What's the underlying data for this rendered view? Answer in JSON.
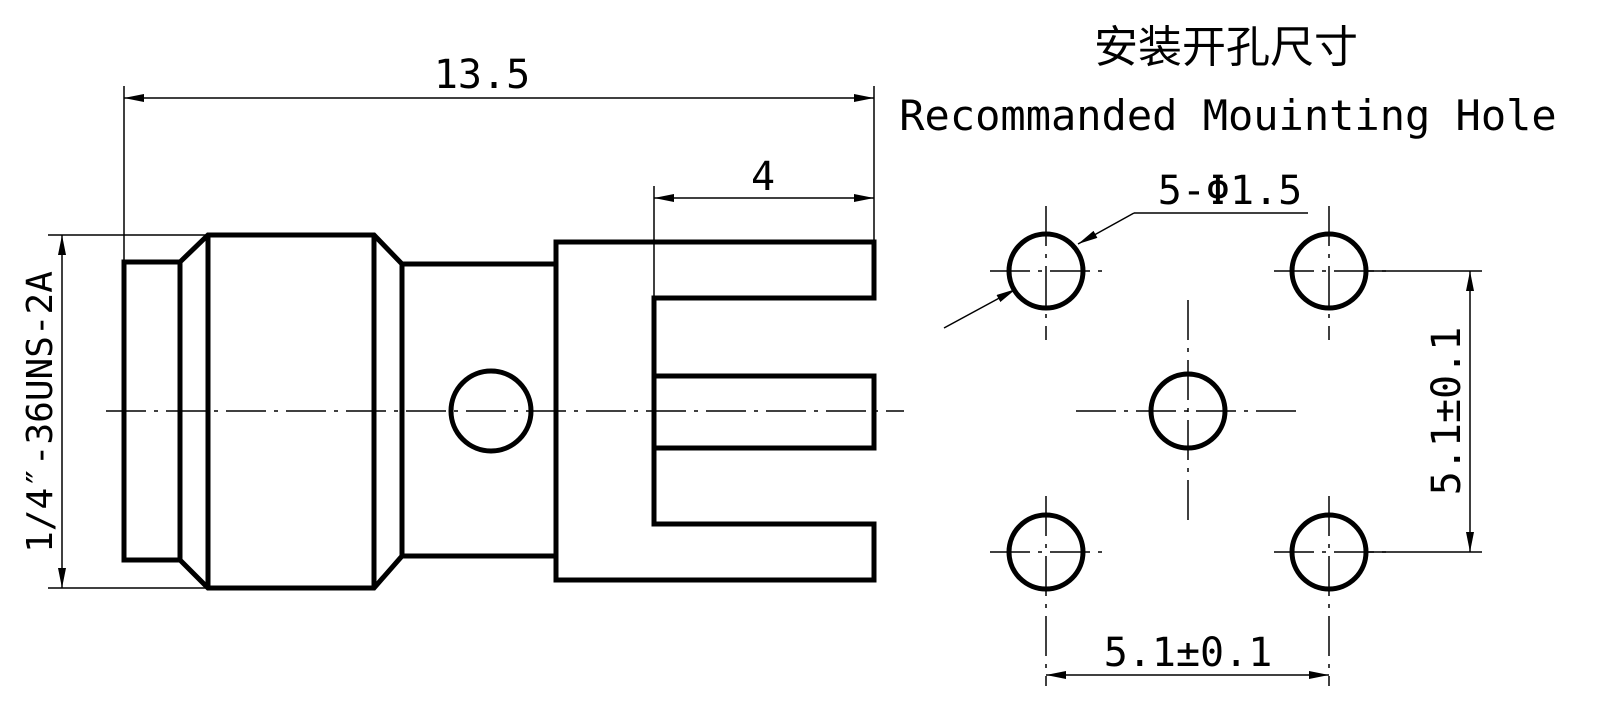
{
  "title_cn": "安装开孔尺寸",
  "title_en": "Recommanded Mouinting Hole",
  "dims": {
    "overall_length": "13.5",
    "pin_length": "4",
    "thread": "1/4″-36UNS-2A",
    "hole_spec": "5-Φ1.5",
    "spacing_vertical": "5.1±0.1",
    "spacing_horizontal": "5.1±0.1"
  }
}
